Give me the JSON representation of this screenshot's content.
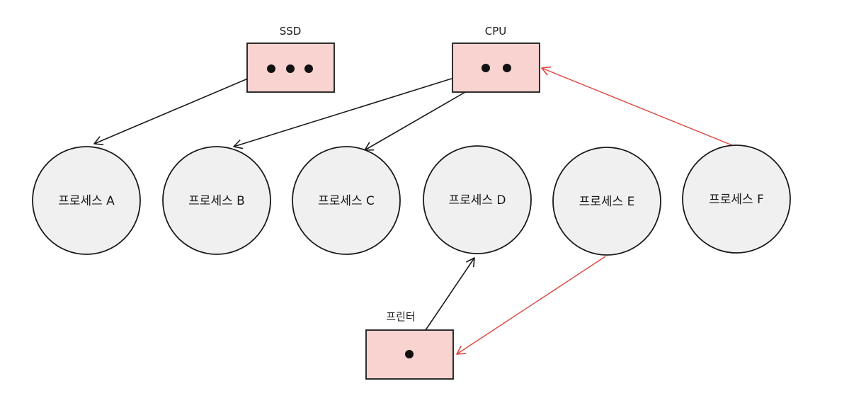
{
  "diagram": {
    "resources": {
      "ssd": {
        "label": "SSD"
      },
      "cpu": {
        "label": "CPU"
      },
      "printer": {
        "label": "프린터"
      }
    },
    "processes": [
      {
        "id": "A",
        "label": "프로세스 A"
      },
      {
        "id": "B",
        "label": "프로세스 B"
      },
      {
        "id": "C",
        "label": "프로세스 C"
      },
      {
        "id": "D",
        "label": "프로세스 D"
      },
      {
        "id": "E",
        "label": "프로세스 E"
      },
      {
        "id": "F",
        "label": "프로세스 F"
      }
    ],
    "edges": [
      {
        "from": "SSD",
        "to": "프로세스 A",
        "color": "black"
      },
      {
        "from": "CPU",
        "to": "프로세스 B",
        "color": "black"
      },
      {
        "from": "CPU",
        "to": "프로세스 C",
        "color": "black"
      },
      {
        "from": "프린터",
        "to": "프로세스 D",
        "color": "black"
      },
      {
        "from": "프로세스 F",
        "to": "CPU",
        "color": "red"
      },
      {
        "from": "프로세스 E",
        "to": "프린터",
        "color": "red"
      }
    ],
    "colors": {
      "resource_fill": "#f8d3d0",
      "process_fill": "#f0f0f0",
      "stroke": "#1a1a1a",
      "request_edge": "#d9463f"
    }
  }
}
